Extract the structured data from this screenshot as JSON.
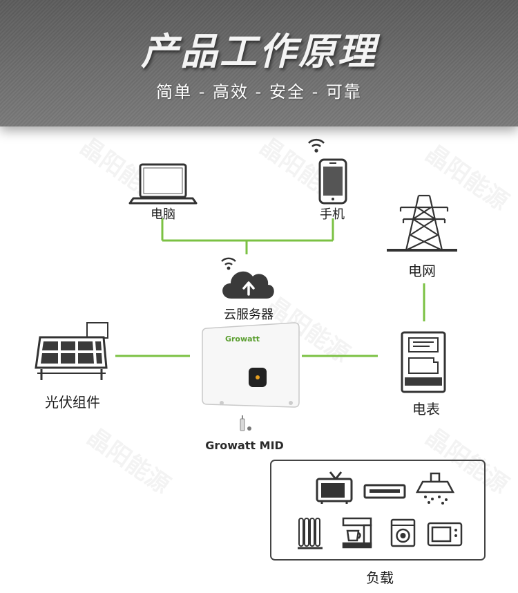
{
  "header": {
    "title": "产品工作原理",
    "subtitle": "简单 - 高效 - 安全 - 可靠"
  },
  "nodes": {
    "computer": "电脑",
    "phone": "手机",
    "cloud": "云服务器",
    "grid": "电网",
    "solar": "光伏组件",
    "meter": "电表",
    "inverter_brand": "Growatt",
    "mid": "Growatt MID",
    "load": "负载"
  },
  "watermark": "晶阳能源",
  "colors": {
    "line": "#7bc143",
    "header": "#666666",
    "icon": "#3a3a3a"
  }
}
